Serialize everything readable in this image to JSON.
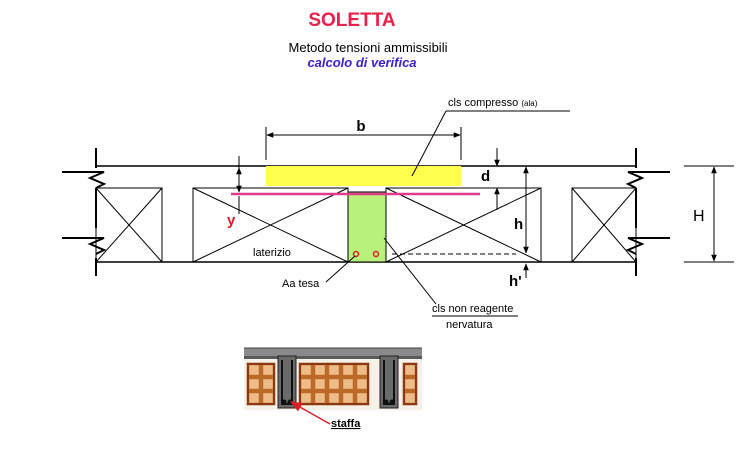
{
  "title": "SOLETTA",
  "subtitle": "Metodo tensioni ammissibili",
  "subtitle2": "calcolo di verifica",
  "labels": {
    "cls_compresso": "cls compresso",
    "ala": "(ala)",
    "b": "b",
    "d": "d",
    "h": "h",
    "H": "H",
    "h_prime": "h'",
    "y": "y",
    "laterizio": "laterizio",
    "aa_tesa": "Aa tesa",
    "cls_non_reagente": "cls non reagente",
    "nervatura": "nervatura",
    "staffa": "staffa"
  },
  "colors": {
    "title": "#e8204a",
    "subtitle2": "#3a24c8",
    "flange": "#ffff4d",
    "rib": "#b8f27a",
    "neutral_axis": "#e03a8a",
    "y_label": "#d9202a",
    "bars": "#d9202a",
    "staffa_arrow": "#d9202a"
  }
}
